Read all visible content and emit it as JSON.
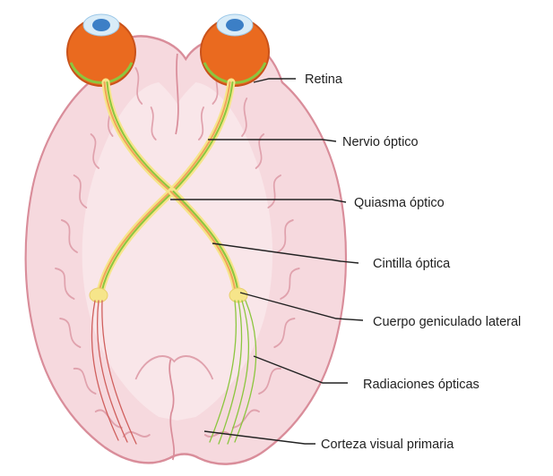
{
  "diagram": {
    "colors": {
      "brain_fill": "#f6d9de",
      "brain_inner": "#f9e6e9",
      "brain_outline": "#d98d9a",
      "gyrus_line": "#e0a2ad",
      "eye_orange": "#ea6a1f",
      "eye_orange_dark": "#c9521a",
      "iris_blue": "#3c7fc6",
      "nerve_green": "#8cc63f",
      "nerve_yellow": "#f6e58a",
      "nerve_orange": "#f0a45a",
      "radiation_red": "#d0605e",
      "leader_line": "#222222"
    },
    "labels": [
      {
        "id": "retina",
        "text": "Retina"
      },
      {
        "id": "optic-nerve",
        "text": "Nervio óptico"
      },
      {
        "id": "optic-chiasm",
        "text": "Quiasma óptico"
      },
      {
        "id": "optic-tract",
        "text": "Cintilla óptica"
      },
      {
        "id": "lateral-geniculate",
        "text": "Cuerpo geniculado lateral"
      },
      {
        "id": "optic-radiations",
        "text": "Radiaciones ópticas"
      },
      {
        "id": "primary-visual-cortex",
        "text": "Corteza visual primaria"
      }
    ]
  }
}
